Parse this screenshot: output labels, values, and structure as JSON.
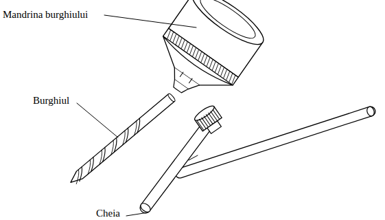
{
  "diagram": {
    "labels": [
      "Mandrina burghiului",
      "Burghiul",
      "Cheia"
    ]
  }
}
